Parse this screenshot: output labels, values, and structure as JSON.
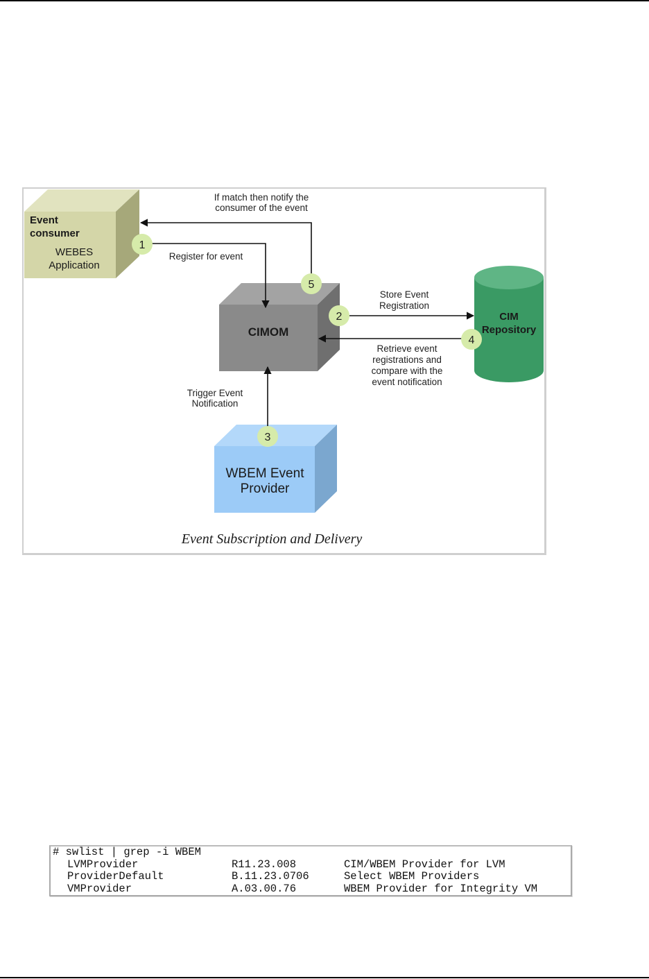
{
  "figure": {
    "caption": "Event Subscription and Delivery",
    "nodes": {
      "event_consumer": {
        "title_line1": "Event",
        "title_line2": "consumer",
        "sub_line1": "WEBES",
        "sub_line2": "Application",
        "color": "#d4d6a8"
      },
      "cimom": {
        "label": "CIMOM",
        "color": "#8a8a8a"
      },
      "cim_repository": {
        "line1": "CIM",
        "line2": "Repository",
        "color": "#3a9a64"
      },
      "wbem_provider": {
        "line1": "WBEM Event",
        "line2": "Provider",
        "color": "#9ccbf7"
      }
    },
    "steps": [
      {
        "num": "1",
        "label_lines": [
          "Register for event"
        ]
      },
      {
        "num": "2",
        "label_lines": [
          "Store Event",
          "Registration"
        ]
      },
      {
        "num": "3",
        "label_lines": [
          "Trigger Event",
          "Notification"
        ]
      },
      {
        "num": "4",
        "label_lines": [
          "Retrieve event",
          "registrations and",
          "compare with the",
          "event notification"
        ]
      },
      {
        "num": "5",
        "label_lines": [
          "If match then notify the",
          "consumer of the event"
        ]
      }
    ],
    "step_badge_color": "#d6ebaa"
  },
  "terminal": {
    "command": "# swlist | grep -i WBEM",
    "rows": [
      {
        "name": "LVMProvider",
        "version": "R11.23.008",
        "description": "CIM/WBEM Provider for LVM"
      },
      {
        "name": "ProviderDefault",
        "version": "B.11.23.0706",
        "description": "Select WBEM Providers"
      },
      {
        "name": "VMProvider",
        "version": "A.03.00.76",
        "description": "WBEM Provider for Integrity VM"
      }
    ]
  }
}
